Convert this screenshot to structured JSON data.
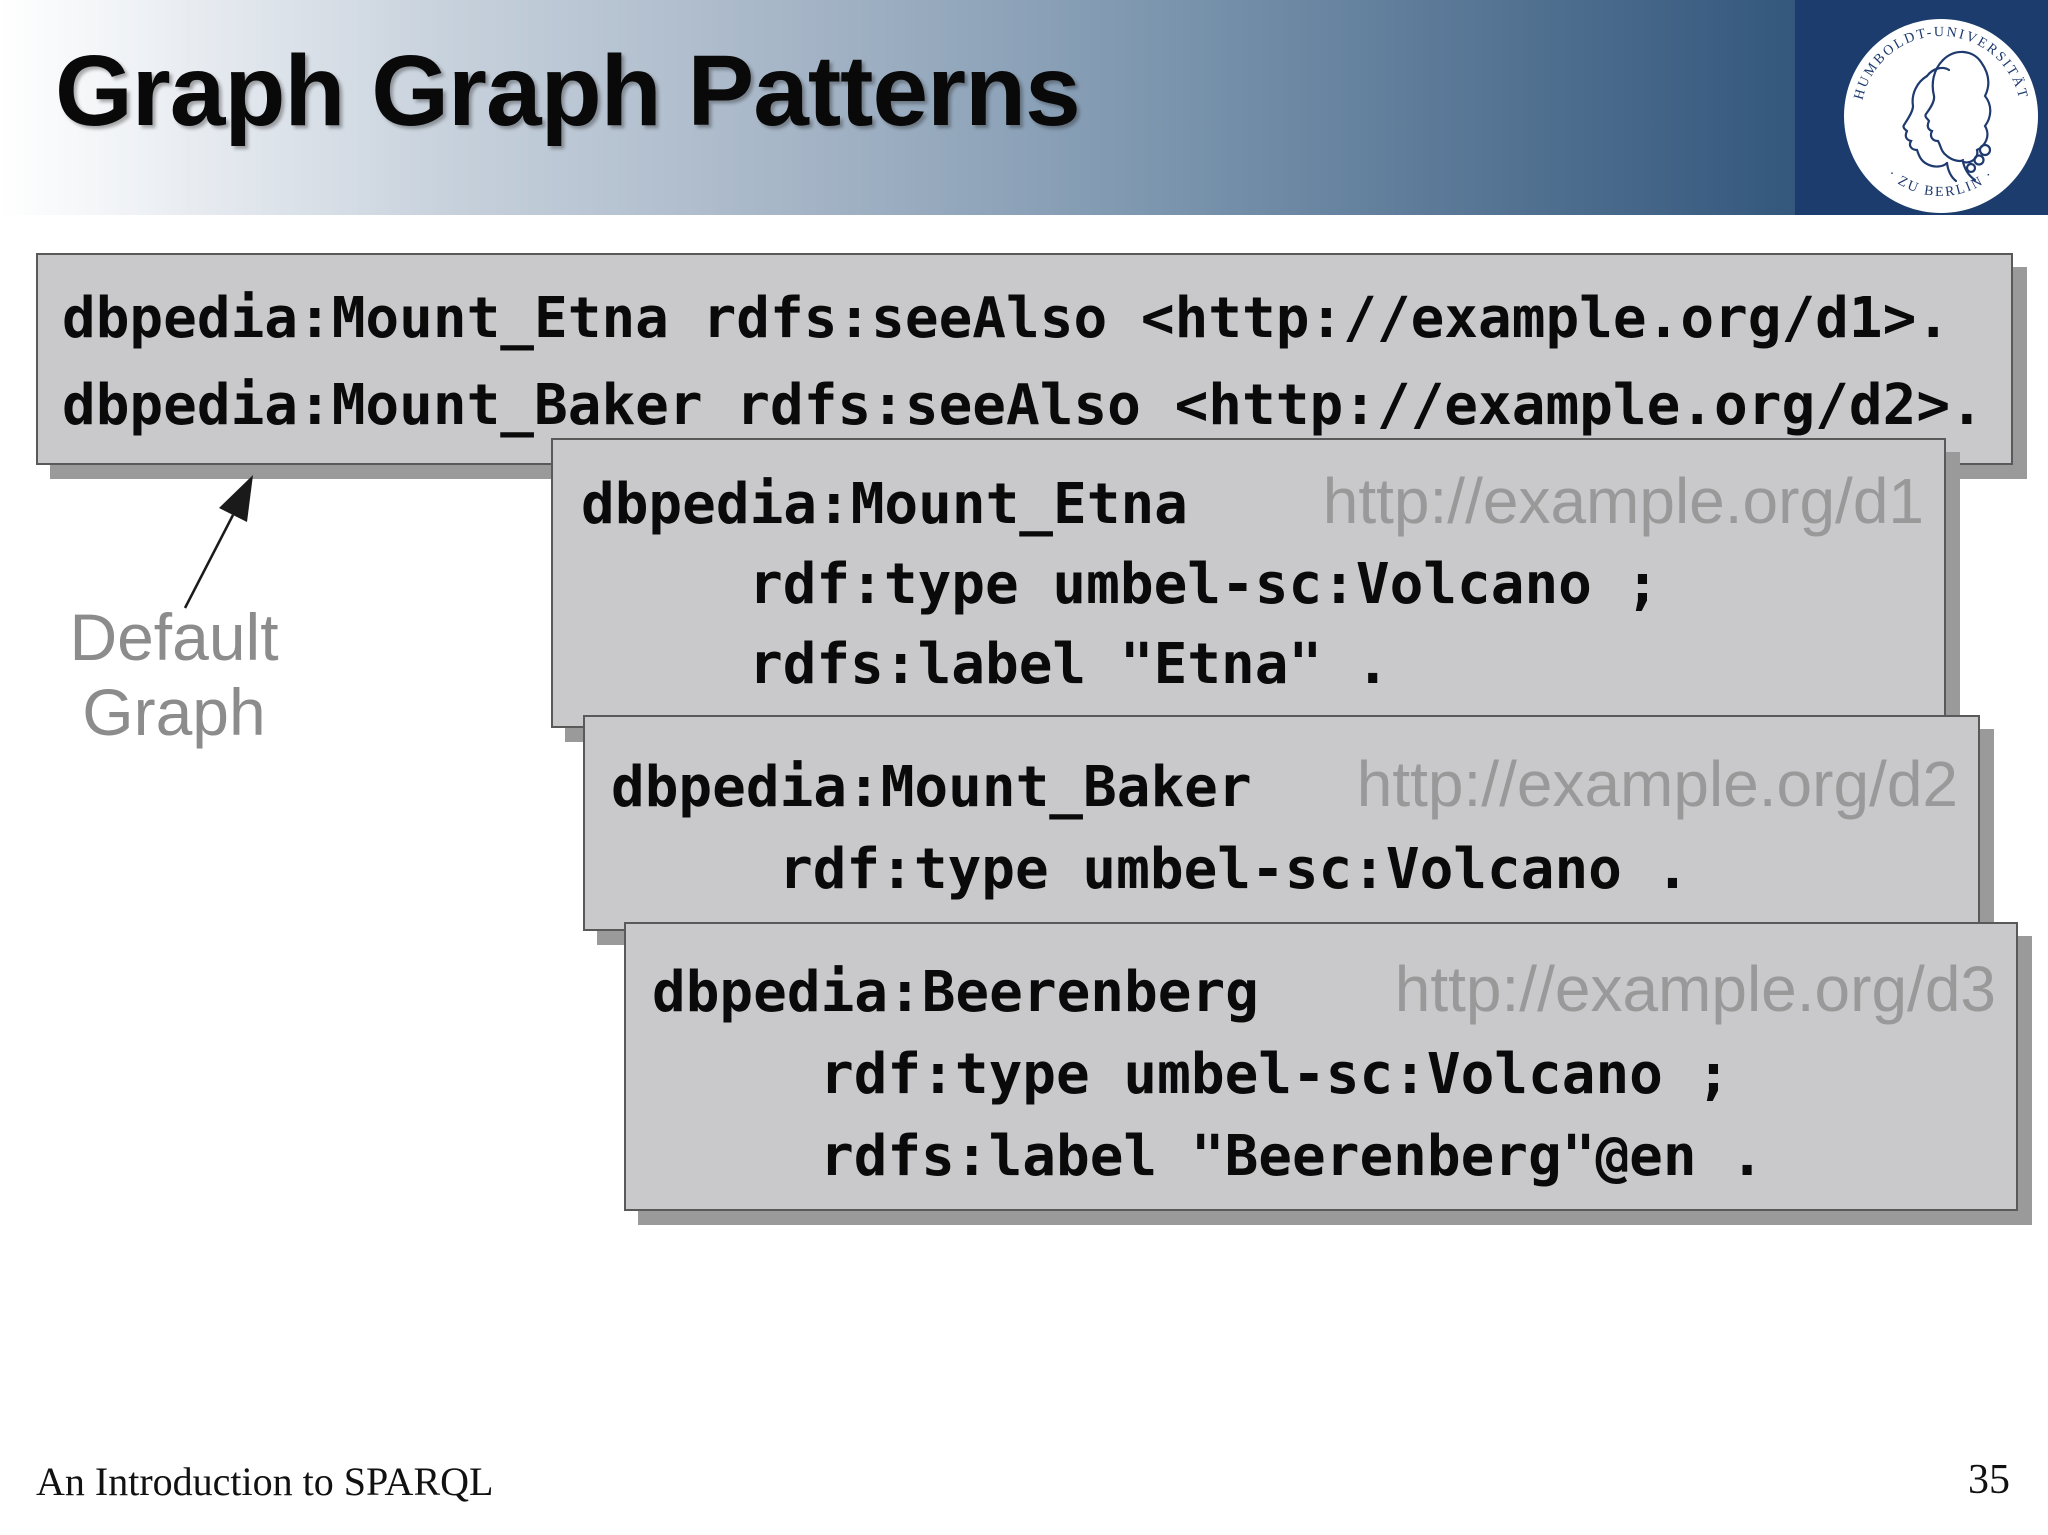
{
  "header": {
    "title": "Graph Graph Patterns"
  },
  "logo": {
    "ring_top": "HUMBOLDT-UNIVERSITÄT",
    "ring_bottom": "· ZU BERLIN ·"
  },
  "default_graph": {
    "lines": [
      "dbpedia:Mount_Etna rdfs:seeAlso <http://example.org/d1>.",
      "dbpedia:Mount_Baker rdfs:seeAlso <http://example.org/d2>."
    ],
    "label_line1": "Default",
    "label_line2": "Graph"
  },
  "named_graphs": [
    {
      "subject": "dbpedia:Mount_Etna",
      "uri": "http://example.org/d1",
      "statements": [
        "rdf:type umbel-sc:Volcano ;",
        "rdfs:label \"Etna\" ."
      ]
    },
    {
      "subject": "dbpedia:Mount_Baker",
      "uri": "http://example.org/d2",
      "statements": [
        "rdf:type umbel-sc:Volcano ."
      ]
    },
    {
      "subject": "dbpedia:Beerenberg",
      "uri": "http://example.org/d3",
      "statements": [
        "rdf:type umbel-sc:Volcano ;",
        "rdfs:label \"Beerenberg\"@en ."
      ]
    }
  ],
  "footer": {
    "left": "An Introduction to SPARQL",
    "page": "35"
  },
  "colors": {
    "box_fill": "#c9c9cb",
    "box_border": "#595959",
    "box_shadow": "#9a9a9a",
    "uri_gray": "#999999",
    "label_gray": "#8c8c8c",
    "logo_navy": "#1b3c6d"
  }
}
